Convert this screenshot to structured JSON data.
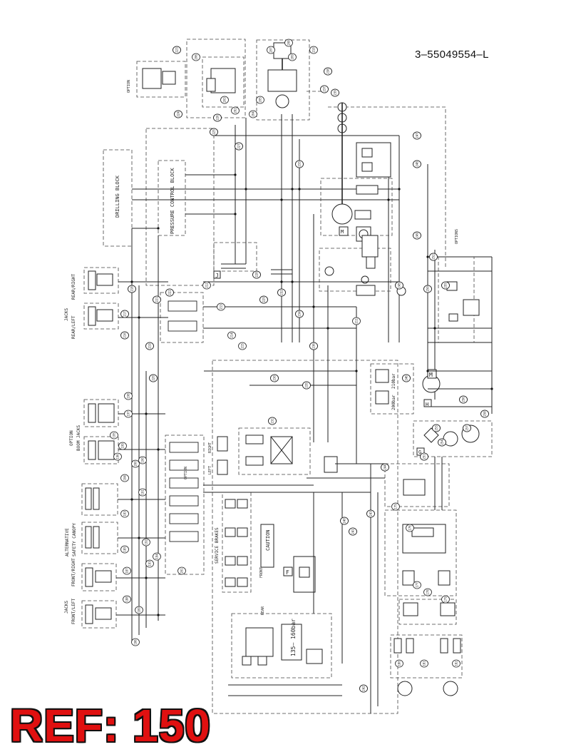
{
  "document": {
    "number": "3–55049554–L",
    "ref_label": "REF: 150"
  },
  "blocks": {
    "drilling": "DRILLING BLOCK",
    "pressure_control": "PRESSURE CONTROL BLOCK",
    "service_brakes": "SERVICE BRAKES",
    "caution": "CAUTION",
    "option": "OPTION",
    "options": "OPTIONS",
    "jacks_rear": "JACKS",
    "rear_right": "REAR/RIGHT",
    "rear_left": "REAR/LEFT",
    "option_boom_jacks": "OPTION",
    "boom_jacks": "BOOM JACKS",
    "alternative": "ALTERNATIVE",
    "safety_canopy": "SAFETY CANOPY",
    "jacks_front": "JACKS",
    "front_right": "FRONT/RIGHT",
    "front_left": "FRONT/LEFT",
    "right": "RIGHT",
    "left": "LEFT",
    "front": "FRONT",
    "rear": "REAR",
    "pressure_range": "135–\n160bar",
    "p200": "200bar",
    "p210": "210bar",
    "label_j": "J",
    "label_m1": "M",
    "label_m2": "M",
    "label_h": "H",
    "label_g": "G",
    "label_f": "F"
  },
  "tags": [
    "118",
    "123",
    "124",
    "125",
    "126",
    "127",
    "128",
    "129",
    "140",
    "141",
    "142",
    "143",
    "144",
    "145",
    "146",
    "147",
    "148",
    "149",
    "150",
    "151",
    "152",
    "153",
    "154",
    "155",
    "156",
    "157",
    "158",
    "159",
    "160",
    "161",
    "162",
    "163",
    "164",
    "165",
    "166",
    "167",
    "168",
    "169",
    "170",
    "171",
    "172",
    "173",
    "174",
    "175",
    "176",
    "177",
    "178",
    "179",
    "180",
    "181",
    "182",
    "183",
    "184",
    "185",
    "186",
    "187",
    "188",
    "189",
    "190",
    "191",
    "192",
    "193",
    "194",
    "195",
    "196",
    "197",
    "198",
    "199",
    "200",
    "201",
    "202",
    "203",
    "204",
    "205",
    "206",
    "207",
    "208",
    "209",
    "210",
    "211",
    "212",
    "213",
    "214",
    "215",
    "216",
    "217",
    "218",
    "219",
    "220",
    "221",
    "222",
    "223",
    "224",
    "225",
    "226",
    "227",
    "228",
    "229",
    "230",
    "231",
    "232",
    "233",
    "234",
    "235",
    "236",
    "237",
    "238",
    "239",
    "240",
    "241",
    "242",
    "243",
    "244",
    "245",
    "246",
    "247",
    "248",
    "249",
    "250",
    "251",
    "252",
    "253",
    "254",
    "255",
    "256",
    "257",
    "258"
  ]
}
